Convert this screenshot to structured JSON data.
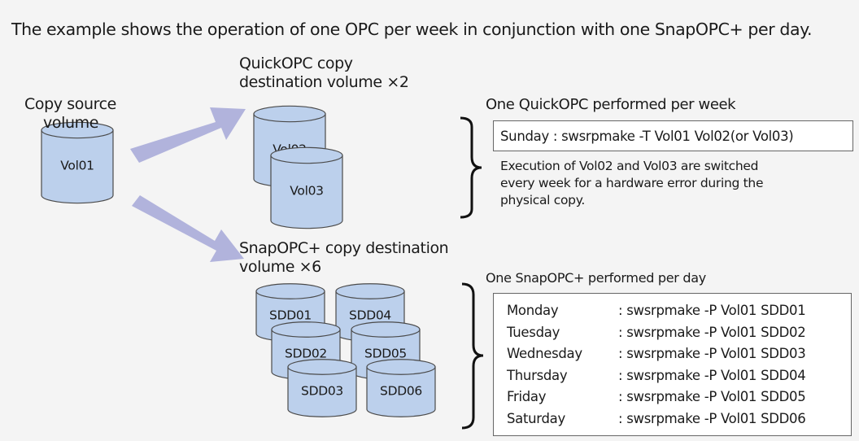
{
  "title": "The example shows the operation of one OPC per week in conjunction with one SnapOPC+ per day.",
  "source": {
    "label_line1": "Copy source",
    "label_line2": "volume",
    "volume": "Vol01"
  },
  "quickopc_dest": {
    "label_line1": "QuickOPC copy",
    "label_line2": "destination volume ×2",
    "volumes": [
      "Vol02",
      "Vol03"
    ]
  },
  "snapopc_dest": {
    "label_line1": "SnapOPC+ copy destination",
    "label_line2": "volume ×6",
    "volumes": [
      "SDD01",
      "SDD04",
      "SDD02",
      "SDD05",
      "SDD03",
      "SDD06"
    ]
  },
  "quickopc_panel": {
    "heading": "One QuickOPC performed per week",
    "command": "Sunday : swsrpmake -T Vol01 Vol02(or Vol03)",
    "note_lines": [
      "Execution of Vol02 and Vol03 are switched",
      "every week for a hardware error during the",
      "physical copy."
    ]
  },
  "snapopc_panel": {
    "heading": "One SnapOPC+ performed per day",
    "schedule": [
      {
        "day": "Monday",
        "command": ": swsrpmake -P Vol01 SDD01"
      },
      {
        "day": "Tuesday",
        "command": ": swsrpmake -P Vol01 SDD02"
      },
      {
        "day": "Wednesday",
        "command": ": swsrpmake -P Vol01 SDD03"
      },
      {
        "day": "Thursday",
        "command": ": swsrpmake -P Vol01 SDD04"
      },
      {
        "day": "Friday",
        "command": ": swsrpmake -P Vol01 SDD05"
      },
      {
        "day": "Saturday",
        "command": ": swsrpmake -P Vol01 SDD06"
      }
    ]
  },
  "colors": {
    "cylinder_fill": "#bcd0ec",
    "cylinder_stroke": "#4a4a4a",
    "arrow_fill": "#b1b3dc",
    "background": "#f4f4f4"
  }
}
